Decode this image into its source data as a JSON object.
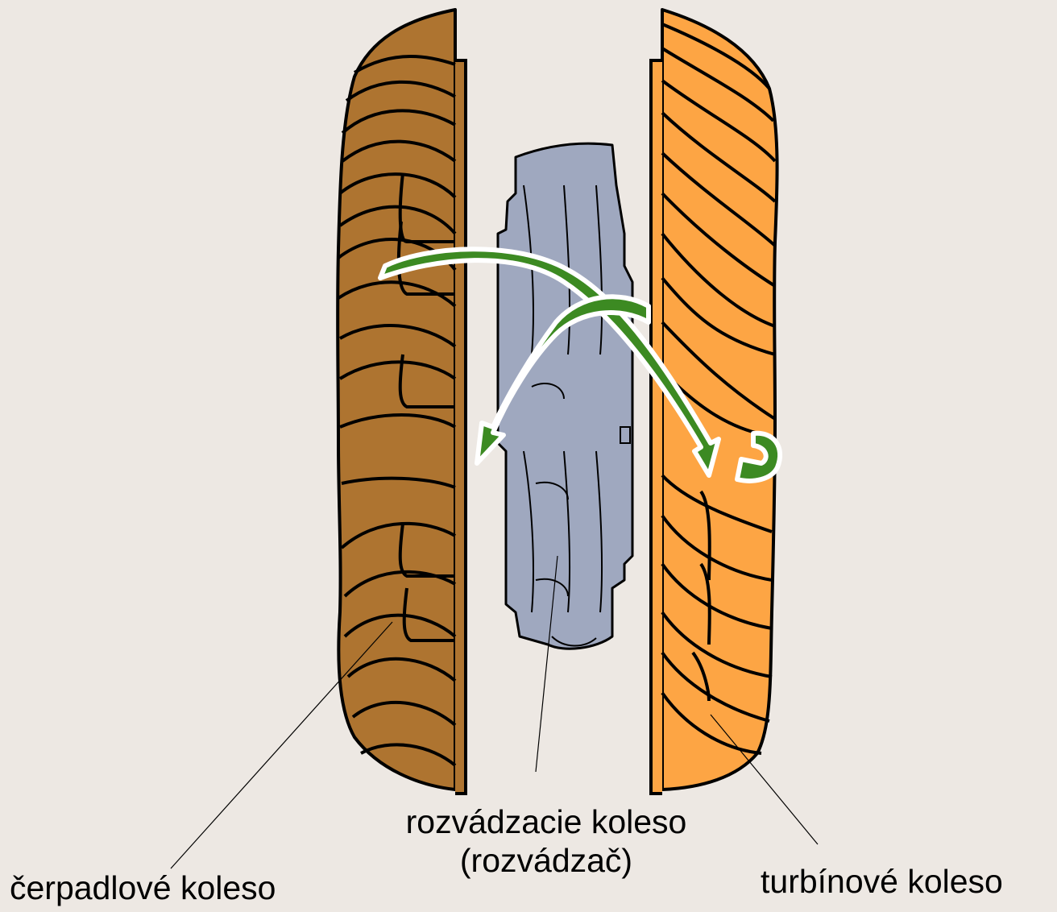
{
  "labels": {
    "pump": "čerpadlové koleso",
    "stator_line1": "rozvádzacie koleso",
    "stator_line2": "(rozvádzač)",
    "turbine": "turbínové koleso"
  },
  "colors": {
    "background": "#ede8e3",
    "pump_fill": "#ae7430",
    "turbine_fill": "#fda544",
    "stator_fill": "#9fa8bf",
    "flow_arrow": "#3c8a22",
    "outline": "#000000"
  }
}
